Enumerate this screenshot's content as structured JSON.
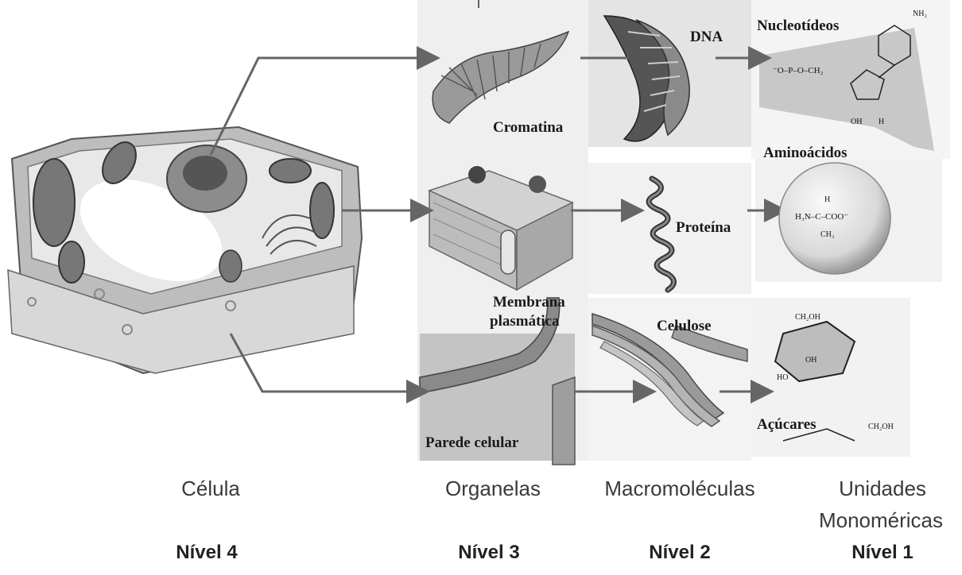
{
  "structure_labels": {
    "dna": "DNA",
    "nucleotideos": "Nucleotídeos",
    "cromatina": "Cromatina",
    "aminoacidos": "Aminoácidos",
    "proteina": "Proteína",
    "membrana_line1": "Membrana",
    "membrana_line2": "plasmática",
    "celulose": "Celulose",
    "acucares": "Açúcares",
    "parede_celular": "Parede celular"
  },
  "chemical_text": {
    "nh2": "NH₂",
    "phosphate": "⁻O–P–O–CH₂",
    "amino_formula": "H₃N–C–COO⁻",
    "amino_h": "H",
    "amino_ch3": "CH₃",
    "ch2oh": "CH₂OH",
    "oh": "OH",
    "h": "H",
    "ho": "HO"
  },
  "columns": [
    {
      "title": "Célula",
      "level": "Nível 4"
    },
    {
      "title": "Organelas",
      "level": "Nível 3"
    },
    {
      "title": "Macromoléculas",
      "level": "Nível 2"
    },
    {
      "title_line1": "Unidades",
      "title_line2": "Monoméricas",
      "level": "Nível 1"
    }
  ]
}
